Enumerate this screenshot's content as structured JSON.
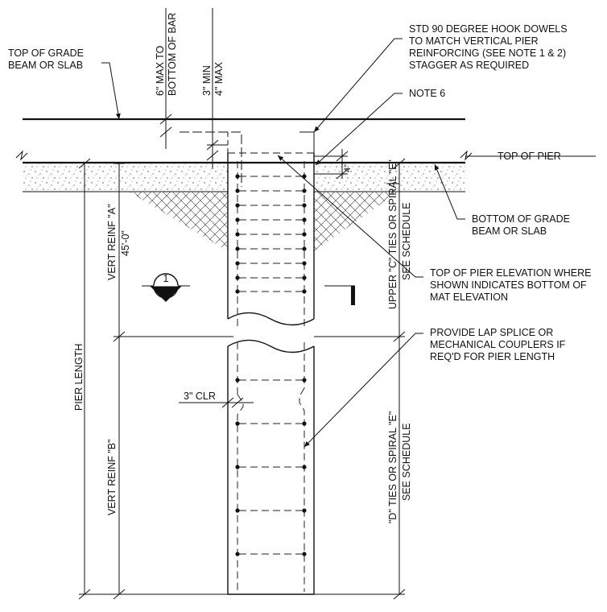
{
  "labels": {
    "top_of_grade": [
      "TOP OF GRADE",
      "BEAM OR SLAB"
    ],
    "max_to_bottom": [
      "6\" MAX TO",
      "BOTTOM OF BAR"
    ],
    "min_max": [
      "3\" MIN",
      "4\" MAX"
    ],
    "std_hook": [
      "STD 90 DEGREE HOOK DOWELS",
      "TO MATCH VERTICAL PIER",
      "REINFORCING (SEE NOTE 1 & 2)",
      "STAGGER AS REQUIRED"
    ],
    "note6": "NOTE 6",
    "top_of_pier": "TOP OF PIER",
    "four_in": "4\"",
    "bottom_grade": [
      "BOTTOM OF GRADE",
      "BEAM OR SLAB"
    ],
    "upper_ties": [
      "UPPER \"C\" TIES OR SPIRAL \"E\"",
      "SEE SCHEDULE"
    ],
    "top_pier_elev": [
      "TOP OF PIER ELEVATION WHERE",
      "SHOWN INDICATES BOTTOM OF",
      "MAT ELEVATION"
    ],
    "lap_splice": [
      "PROVIDE LAP SPLICE OR",
      "MECHANICAL COUPLERS IF",
      "REQ'D FOR PIER LENGTH"
    ],
    "vert_a": "VERT REINF \"A\"",
    "vert_a_len": "45'-0\"",
    "pier_length": "PIER LENGTH",
    "vert_b": "VERT REINF \"B\"",
    "clr": "3\" CLR",
    "lower_ties": [
      "\"D\" TIES OR SPIRAL \"E\"",
      "SEE SCHEDULE"
    ],
    "section_num": "1",
    "section_sheet": "-"
  }
}
